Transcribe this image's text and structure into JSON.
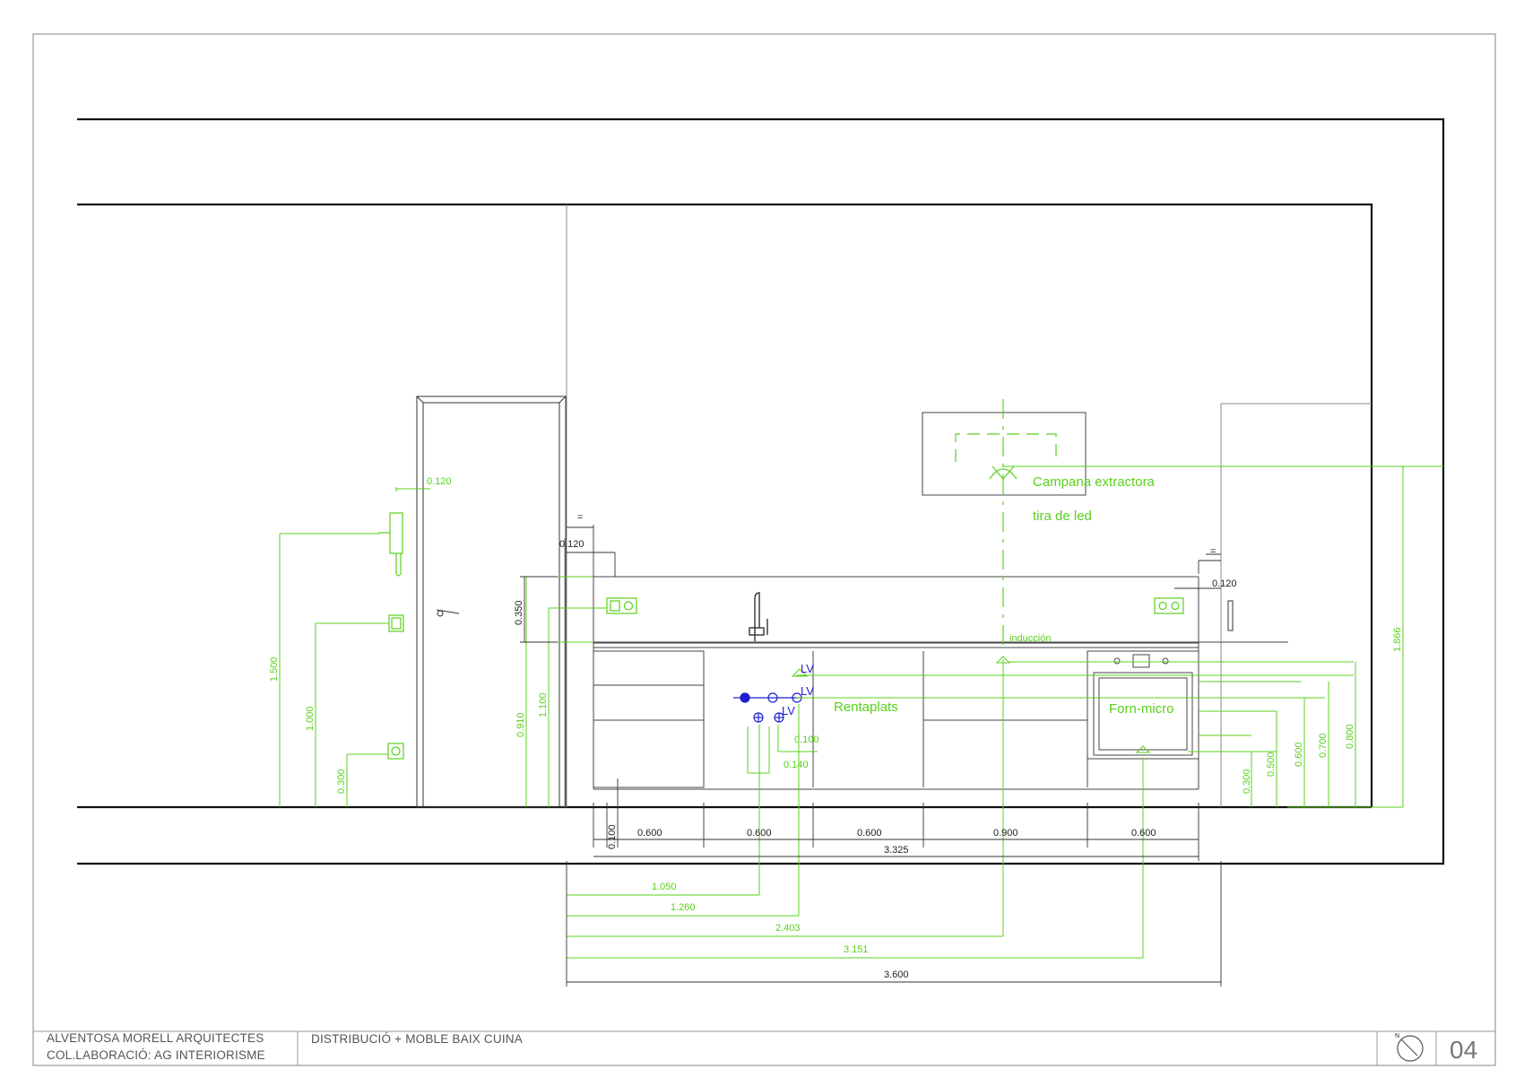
{
  "labels": {
    "campana": "Campana extractora",
    "tira_led": "tira de led",
    "induccion": "inducción",
    "rentaplats": "Rentaplats",
    "forn_micro": "Forn-micro",
    "lv1": "LV",
    "lv2": "LV",
    "lv3": "LV",
    "eq1": "=",
    "eq2": "="
  },
  "dimensions": {
    "d_0120_a": "0.120",
    "d_0120_b": "0.120",
    "d_0120_c": "0.120",
    "d_1500": "1.500",
    "d_1000": "1.000",
    "d_0300_a": "0.300",
    "d_0350": "0.350",
    "d_0910": "0.910",
    "d_1100": "1.100",
    "d_0100_a": "0.100",
    "d_0140": "0.140",
    "d_0100_b": "0.100",
    "d_0600_1": "0.600",
    "d_0600_2": "0.600",
    "d_0600_3": "0.600",
    "d_0900": "0.900",
    "d_0600_4": "0.600",
    "d_3325": "3.325",
    "d_1050": "1.050",
    "d_1260": "1.260",
    "d_2403": "2.403",
    "d_3151": "3.151",
    "d_3600": "3.600",
    "d_0300_b": "0.300",
    "d_0500": "0.500",
    "d_0600_5": "0.600",
    "d_0700": "0.700",
    "d_0800": "0.800",
    "d_1866": "1.866"
  },
  "title_block": {
    "firm": "ALVENTOSA MORELL ARQUITECTES",
    "collab": "COL.LABORACIÓ: AG INTERIORISME",
    "drawing_title": "DISTRIBUCIÓ + MOBLE BAIX CUINA",
    "north": "N",
    "sheet_number": "04"
  },
  "colors": {
    "dimension_green": "#59d01c",
    "plumbing_blue": "#1f1fcf",
    "linework": "#222222"
  }
}
